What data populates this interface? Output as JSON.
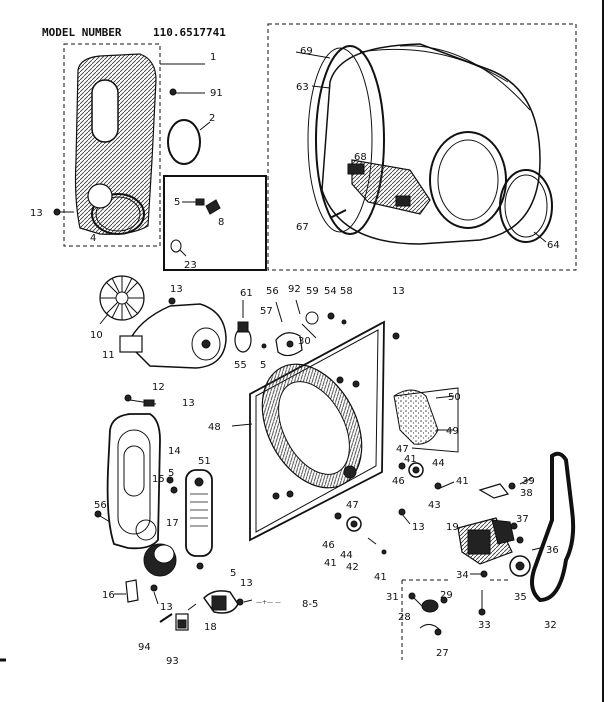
{
  "header": {
    "model_label": "MODEL NUMBER",
    "model_number": "110.6517741"
  },
  "callouts": {
    "c1": "1",
    "c91": "91",
    "c2": "2",
    "c13a": "13",
    "c4": "4",
    "c5a": "5",
    "c8": "8",
    "c23": "23",
    "c69": "69",
    "c63": "63",
    "c68": "68",
    "c67": "67",
    "c64": "64",
    "c10": "10",
    "c13b": "13",
    "c11": "11",
    "c61": "61",
    "c56": "56",
    "c92": "92",
    "c59": "59",
    "c54": "54",
    "c58": "58",
    "c13c": "13",
    "c57": "57",
    "c30": "30",
    "c55": "55",
    "c5b": "5",
    "c12": "12",
    "c13d": "13",
    "c48": "48",
    "c50": "50",
    "c49": "49",
    "c14": "14",
    "c5c": "5",
    "c51": "51",
    "c15": "15",
    "c47a": "47",
    "c41a": "41",
    "c44": "44",
    "c46a": "46",
    "c43": "43",
    "c41b": "41",
    "c39": "39",
    "c38": "38",
    "c56b": "56",
    "c17": "17",
    "c47b": "47",
    "c13e": "13",
    "c46b": "46",
    "c44b": "44",
    "c41c": "41",
    "c42": "42",
    "c41d": "41",
    "c19": "19",
    "c37": "37",
    "c36": "36",
    "c34": "34",
    "c35": "35",
    "c16": "16",
    "c13f": "13",
    "c5d": "5",
    "c13g": "13",
    "c18": "18",
    "c8_5": "8-5",
    "c31": "31",
    "c29": "29",
    "c28": "28",
    "c33": "33",
    "c32": "32",
    "c94": "94",
    "c93": "93",
    "c27": "27"
  }
}
